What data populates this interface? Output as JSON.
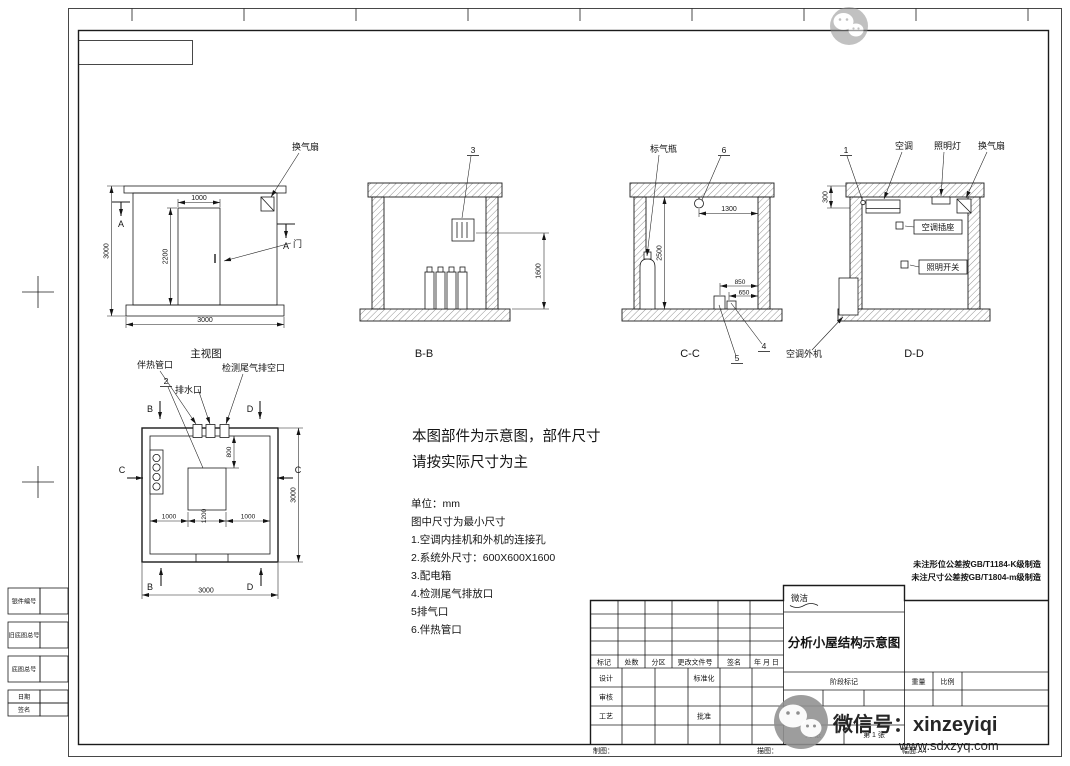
{
  "views": {
    "front": {
      "caption": "主视图",
      "fan_label": "换气扇",
      "door_label": "门",
      "section_letter": "A",
      "dim_door_width": "1000",
      "dim_door_height": "2200",
      "dim_height": "3000",
      "dim_width": "3000"
    },
    "bb": {
      "caption": "B-B",
      "callout_3": "3",
      "dim_1600": "1600"
    },
    "cc": {
      "caption": "C-C",
      "gas_bottle_label": "标气瓶",
      "callout_6": "6",
      "callout_4": "4",
      "callout_5": "5",
      "dim_1300": "1300",
      "dim_2500": "2500",
      "dim_850": "850",
      "dim_650": "650",
      "outdoor_unit_label": "空调外机"
    },
    "dd": {
      "caption": "D-D",
      "callout_1": "1",
      "ac_label": "空调",
      "light_label": "照明灯",
      "fan_label": "换气扇",
      "socket_label": "空调插座",
      "switch_label": "照明开关",
      "dim_300": "300"
    },
    "plan": {
      "heat_pipe_label": "伴热管口",
      "exhaust_label": "检测尾气排空口",
      "drain_label": "排水口",
      "callout_2": "2",
      "letter_b": "B",
      "letter_c": "C",
      "letter_d": "D",
      "dim_800": "800",
      "dim_1000_left": "1000",
      "dim_1200": "1200",
      "dim_1000_right": "1000",
      "dim_height": "3000",
      "dim_width": "3000"
    }
  },
  "notes": {
    "headline_line1": "本图部件为示意图，部件尺寸",
    "headline_line2": "请按实际尺寸为主",
    "unit": "单位：mm",
    "min_size": "图中尺寸为最小尺寸",
    "items": [
      "1.空调内挂机和外机的连接孔",
      "2.系统外尺寸：600X600X1600",
      "3.配电箱",
      "4.检测尾气排放口",
      "5排气口",
      "6.伴热管口"
    ]
  },
  "tolerances": [
    "未注形位公差按GB/T1184-K级制造",
    "未注尺寸公差按GB/T1804-m级制造"
  ],
  "titleblock": {
    "company": "微洁",
    "title": "分析小屋结构示意图",
    "rev_headers": [
      "标记",
      "处数",
      "分区",
      "更改文件号",
      "签名",
      "年 月 日"
    ],
    "design": "设计",
    "standardize": "标准化",
    "review": "审核",
    "process": "工艺",
    "approve": "批准",
    "stage_mark": "阶段标记",
    "weight": "重量",
    "scale": "比例",
    "sheet_total": "共 张",
    "sheet_no": "第 1 张",
    "bottom": {
      "draft": "制图：",
      "trace": "描图：",
      "format": "幅面:A4"
    }
  },
  "margin_labels": [
    "银件编号",
    "旧底图总号",
    "底图总号",
    "日期",
    "签名"
  ],
  "watermark": {
    "wechat": "微信号：xinzeyiqi",
    "site": "www.sdxzyq.com"
  }
}
